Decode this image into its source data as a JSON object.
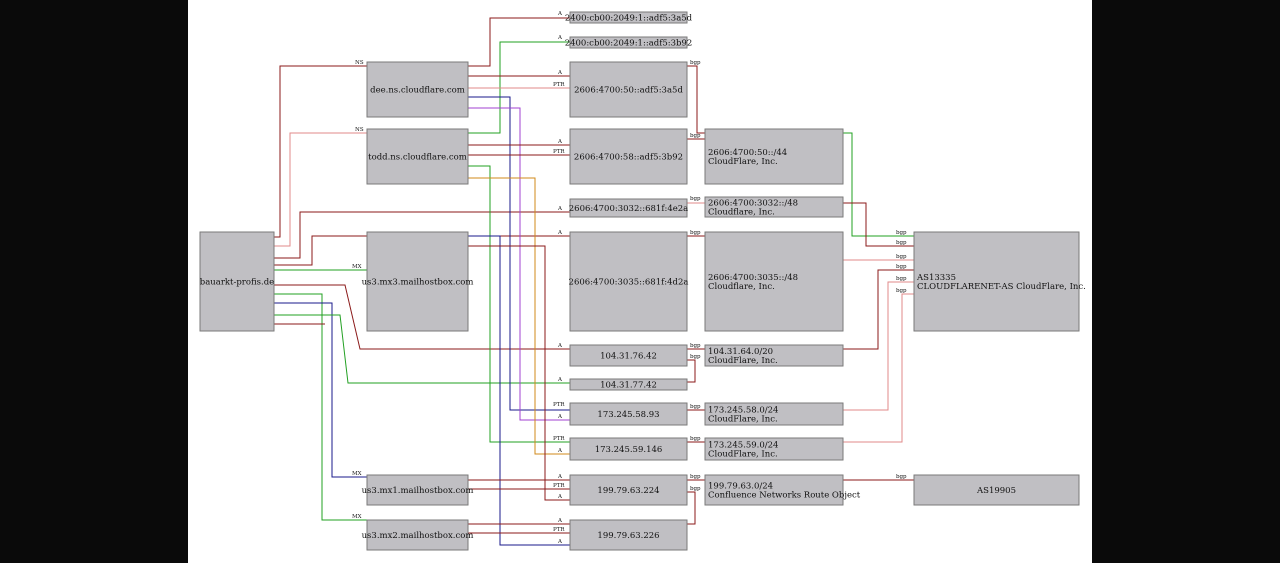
{
  "nodes": {
    "domain": "bauarkt-profis.de",
    "dee": "dee.ns.cloudflare.com",
    "todd": "todd.ns.cloudflare.com",
    "mx3": "us3.mx3.mailhostbox.com",
    "mx1": "us3.mx1.mailhostbox.com",
    "mx2": "us3.mx2.mailhostbox.com",
    "ip6_dee": "2400:cb00:2049:1::adf5:3a5d",
    "ip6_todd": "2400:cb00:2049:1::adf5:3b92",
    "ip6_3a5d": "2606:4700:50::adf5:3a5d",
    "ip6_3b92": "2606:4700:58::adf5:3b92",
    "ip6_4e2a": "2606:4700:3032::681f:4e2a",
    "ip6_4d2a": "2606:4700:3035::681f:4d2a",
    "ip4_76": "104.31.76.42",
    "ip4_77": "104.31.77.42",
    "ip4_5893": "173.245.58.93",
    "ip4_59146": "173.245.59.146",
    "ip4_224": "199.79.63.224",
    "ip4_226": "199.79.63.226",
    "pfx_50_l1": "2606:4700:50::/44",
    "pfx_50_l2": "CloudFlare, Inc.",
    "pfx_3032_l1": "2606:4700:3032::/48",
    "pfx_3032_l2": "Cloudflare, Inc.",
    "pfx_3035_l1": "2606:4700:3035::/48",
    "pfx_3035_l2": "Cloudflare, Inc.",
    "pfx_104_l1": "104.31.64.0/20",
    "pfx_104_l2": "CloudFlare, Inc.",
    "pfx_58_l1": "173.245.58.0/24",
    "pfx_58_l2": "CloudFlare, Inc.",
    "pfx_59_l1": "173.245.59.0/24",
    "pfx_59_l2": "CloudFlare, Inc.",
    "pfx_199_l1": "199.79.63.0/24",
    "pfx_199_l2": "Confluence Networks Route Object",
    "as13335_l1": "AS13335",
    "as13335_l2": "CLOUDFLARENET-AS CloudFlare, Inc.",
    "as19905": "AS19905"
  },
  "edge_labels": {
    "ns": "NS",
    "mx": "MX",
    "a": "A",
    "ptr": "PTR",
    "bgp": "bgp"
  },
  "colors": {
    "red": "#8b1a1a",
    "pink": "#e08a8a",
    "green": "#22a022",
    "blue": "#1a1a8b",
    "purple": "#a040d0",
    "orange": "#d08a1a",
    "node_fill": "#c0bfc3"
  }
}
